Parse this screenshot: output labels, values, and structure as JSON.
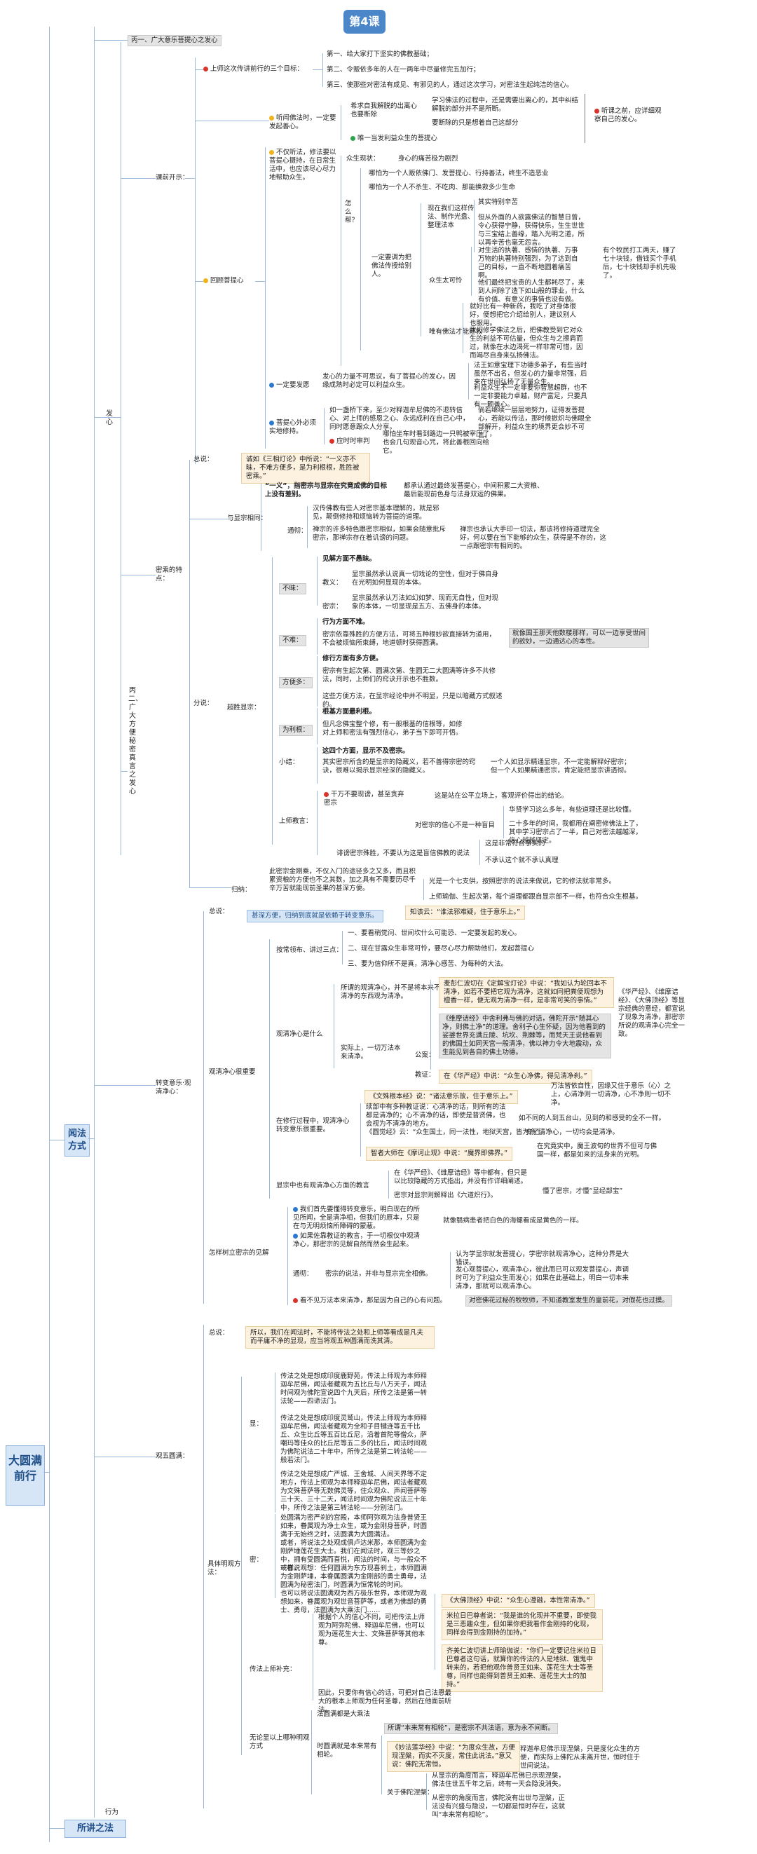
{
  "title": "第4课",
  "root": "大圆满前行",
  "main": {
    "sec_top": "丙一、广大意乐菩提心之发心",
    "sec_mid": "丙二、广大方便秘密真言之发心",
    "bottom_1": "闻法方式",
    "bottom_2": "所讲之法",
    "bottom_3": "行为",
    "fa_xin": "发心"
  },
  "s1": {
    "kaishi": "课前开示：",
    "goals_label": "上师这次传讲前行的三个目标：",
    "goals": [
      "第一、给大家打下坚实的佛教基础；",
      "第二、令贩依多年的人在一两年中尽量修完五加行；",
      "第三、使那些对密法有成见、有邪见的人，通过这次学习，对密法生起纯洁的信心。"
    ],
    "ting_label": "听闻佛法时，一定要发起善心。",
    "ting_1": "希求自我解脱的出离心也要断除",
    "ting_1a": "学习佛法的过程中，还是需要出离心的，其中纠结解脱的部分并不是所断。",
    "ting_1b": "要断除的只是想着自己这部分",
    "ting_2": "唯一当发利益众生的菩提心",
    "ting_r": "听课之前，应详细观察自己的发心。",
    "huigui": "回顾菩提心",
    "bu": "不仅听法，修法要以菩提心摄持，在日常生活中，也应该尽心尽力地帮助众生。",
    "zhongsheng": "众生现状：",
    "zs_1": "身心的痛苦极为剧烈",
    "zenme": "怎么帮？",
    "bang_1": "哪怕为一个人贩依佛门、发菩提心、行持善法，终生不造恶业",
    "bang_2": "哪怕为一个人不杀生、不吃肉、那能换救多少生命",
    "zhuanfa": "现在我们这样传法、制作光盘、整理法本",
    "zf_1": "其实特别辛苦",
    "zf_2": "但从外面的人欲露佛法的智慧日曾，令心获得宁静，获得快乐，生生世世与三宝结上善缘，踏入光明之道，所以再辛苦也毫无怨言。",
    "zhongsheng_dai": "众生太可怜",
    "zsd_1": "对生活的执著、感情的执著、万事万物的执著特别强烈，为了达到自己的目标，一直不断地圆着痛苦啊。",
    "zsd_1r": "有个牧民打工两天，赚了七十块钱，借钱买个手机后，七十块钱却手机先吸了。",
    "zsd_2": "他们最终把宝贵的人生都耗尽了，来到人间除了造下如山般的罪业，什么有价值、有意义的事情也没有做。",
    "yiding": "一定要调为把佛法传授给别人。",
    "weiyou": "唯有佛法才能拯救",
    "wy_1": "就好比有一种新药，我吃了对身体很好，便想把它介绍给别人，建议别人也服用。",
    "wy_2": "我们修学佛法之后，把佛教受到它对众生的利益不可估量，但众生与之擦肩而过，就像在水边渴死一样非常可惜，因而竭尽自身来弘扬佛法。",
    "fayuan": "一定要发愿",
    "fy_l": "发心的力量不可思议，有了菩提心的发心，因缘成熟时必定可以利益众生。",
    "fy_1": "法王如意宝理下功德多弟子，有些当时虽然不出名，但发心的力量非常强，后来在世间弘扬了无量众生。",
    "fy_2": "利益众生不一定非要你智慧超群，也不一定非要能力卓越，财产富足，只要具有一颗善心。",
    "putixin": "菩提心外必须实地修持。",
    "pt_1": "如一盏桥下来，至少对释迦牟尼佛的不退转信心、对上师的感恩之心、永远成利在自己心中，同时愿意跟众人分享。",
    "pt_1r": "倘若继续一层层地努力，证得发菩提心，若能以传法，那时候掀炽与佛眼全部解开，利益众生的境界更会妙不可言。",
    "yingyou": "应时时审判",
    "yy_1": "哪怕坐车时看到路边一只鸭被宰压了，也会几句观音心咒，将此善根回向给它。"
  },
  "s2": {
    "mijiao_te": "密乘的特点：",
    "zongshuo": "总说：",
    "zs_quote": "诚如《三相灯论》中所说：“一义亦不昧，不难方便多，是为利根根，胜胜被密乘。”",
    "yu_xian": "与显宗相同：",
    "yx_title": "“一义”，指密宗与显宗在究竟成佛的目标上没有差别。",
    "yx_1": "都承认通过最终发菩提心，中间积累二大资粮、最后能现前色身与法身双运的佛果。",
    "tongda": "通彻：",
    "td_1": "汉传佛教有些人对密宗基本理解的，就是邪见，颠倒修持和烦恼转为菩提的道理。",
    "td_2": "禅宗的许多特色跟密宗相似，如果会随意批斥密宗，那禅宗存在着讥谤的问题。",
    "td_3": "禅宗也承认大手印一切法，那该将修持道理完全好，何以要在当下能够的众生，获得是不存的，这一点跟密宗有相同的。",
    "fenshuo": "分说：",
    "chaosheng": "超胜显宗：",
    "bumei": "不昧：",
    "bm_title": "见解方面不愚昧。",
    "jiaoyi": "教义：",
    "jy_1": "显宗虽然承认说真一切戏论的空性，但对于佛自身在光明如何显现的本体。",
    "zhengci": "密宗：",
    "zc_1": "显宗虽然承认万法如幻如梦、现而无自性，但对现象的本体，一切显现是五方、五佛身的本体。",
    "bunan": "不难：",
    "bn_title": "行为方面不难。",
    "bn_1": "密宗依靠殊胜的方便方法，可将五种根妙欲直接转为道用，不会被烦恼所束缚，地道顿时获得圆满。",
    "bn_1r": "就像国王那天他数楼那样，可以一边享受世间的欲妙，一边通达心的本性。",
    "fangbian": "方便多：",
    "fb_title": "修行方面有多方便。",
    "fb_1": "密宗有生起次第、圆满次第、生圆无二大圆满等许多不共修法，同时，上师们的窍诀开示也不胜数。",
    "fb_2": "这些方便方法，在显宗经论中并不明显，只是以暗藏方式叙述的。",
    "ligen": "为利根：",
    "lg_title": "根基方面最利根。",
    "lg_1": "但凡念佛宝整个修，有一般根基的信根等，如修对上师和密法有强烈信心，弟子当下即可开悟。",
    "xiaojie": "小结：",
    "xj_title": "这四个方面，显示不及密宗。",
    "xj_1": "其实密宗所含的是显宗的隐藏义，若不善得宗密的窍诀，很难以揭示显宗经深的隐藏义。",
    "xj_1r": "一个人如显示精通显宗，不一定能解释好密宗；但一个人如果精通密宗，肯定能把显宗讲透彻。",
    "shangshi": "上师教言：",
    "ss_1": "干万不要现谤，甚至贪弃密宗",
    "ss_1r": "这是站在公平立场上，客观评价得出的结论。",
    "ss_2": "对密宗的信心不是一种盲目",
    "ss_2a": "华贤学习这么多年，有些道理还是比较懂。",
    "ss_2b": "二十多年的时间，我都用在阐密修佛法上了，其中学习密宗占了一半，自己对密法越越深，信心越越坚定。",
    "ss_3": "诽谤密宗殊胜，不要认为这是盲信佛教的说法",
    "ss_3a": "这是非常符合事实的",
    "ss_3b": "不承认这个就不承认真理",
    "guina": "归纳：",
    "gn_1": "此密宗金刚乘，不仅入门的途径多之又多，而且积累资粮的方便也不之其数，加之具有不需要历尽千辛万苦就能现前圣果的甚深方便。",
    "gn_1a": "光是一个七支供，按照密宗的说法来做说，它的修法就非常多。",
    "gn_1b": "上师瑜伽、生起次第，每个道理都跟自显宗部不一样，也符合众生根基。"
  },
  "s3": {
    "zhuan": "转变意乐·观清净心：",
    "zongshuo": "总说：",
    "zs_1": "甚深方便，归纳到底就是依赖于转变意乐。",
    "zs_quote": "知该云：“谁法邪难疑，住于意乐上。”",
    "guanxin": "观清净心很重要",
    "fanzheng": "按常领布、讲过三点：",
    "fz_1": "一、要看稍觉问、世间坎什么可能恐、一定要发起的发心。",
    "fz_2": "二、现在甘露众生非常可怜，要尽心尽力帮助他们，发起菩提心",
    "fz_3": "三、要为信仰所不是真，清净心感苦、为每种的大法。",
    "suowei": "所谓的观清净心，并不是将本来不清净的东西观为清净。",
    "guan_jiu": "观清净心是什么",
    "shiji": "实际上，一切万法本来清净。",
    "gongxiang": "公案：",
    "gx_1": "麦彭仁波切在《定解宝灯论》中说：“我如认为轮回本不清净，如若不要把它观为清净，这就如同把粪便观想为檀香一样，便无观为清净一样，是非常可笑的事情。”",
    "gx_1r": "《华严经》、《维摩诘经》、《大佛顶经》等显宗经典的意经，都宣说了现象为清净，那密宗所说的观清净心完全一致。",
    "gx_2": "《维摩诘经》中舍利弗与佛的对话，佛陀开示“随其心净，则佛土净”的道理。舍利子心生怀疑，因为他看到的娑婆世界充满丘陵、坑坎、荆棘等，而梵天王说他看到的佛国土如同天宫一般清净，佛以神力令大地震动，众生能见到各自的佛土功德。",
    "gx_3": "在《华严经》中说：“众生心净佛，得见清净刹。”",
    "xiaoshi": "教证：",
    "xs_1": "《文殊根本经》说：“诸法意乐故，住于意乐上。”",
    "xs_1r": "万法皆依自性，因缘又住于意乐（心）之上，心清净则一切清净，心不净则一切不净。",
    "bian": "在修行过程中，观清净心转变意乐很重要。",
    "bn_1": "续部中有多种教证说：心清净的话，则所有的法都是清净的；心不清净的话，即使是普贤佛，也会视为不清净的地方。",
    "bn_1r": "如不同的人到五台山，见到的和感受的全不一样。",
    "bn_2": "《圆觉经》云：“众生国土，同一法性，地狱天宫，皆为净土。”",
    "bn_2r": "有了清净心，一切均会是清净。",
    "bn_3": "智者大师在《摩诃止观》中说：“魔界即佛界。”",
    "bn_3r": "在究竟实中，魔王波旬的世界不但可与佛国一样，都是如来的法身来的光明。",
    "xianzong": "显宗中也有观清净心方面的教言",
    "xz_1": "在《华严经》、《维摩诘经》等中都有，但只是以比较隐藏的方式指出，并没有作详细阐述。",
    "xz_1r": "懂了密宗，才懂“显经部宝”",
    "xz_2": "密宗对显宗则解释出《六道炽行》。",
    "zenyang": "怎样树立密宗的见解",
    "zy_1": "我们首先要懂得转变意乐，明白现在的所见所闻，全是清净相，但我们的原本，只是在与无明烦恼所障碍的蒙蔽。",
    "zy_1r": "就像翳病患者把白色的海螺看成是黄色的一样。",
    "zy_2": "如果佐靠教证的教言，于一切根仪中观清净心，那密宗的见解自然而然会生起来。",
    "tongda": "通彻：",
    "td_l": "密宗的说法，并非与显宗完全相佛。",
    "td_1": "认为学显宗就发菩提心，学密宗就观清净心，这种分界是大错误。",
    "td_2": "发心观菩提心，观清净心，彼此而已可以观发菩提心，声调时可为了利益众生而发心；如果在此基础上，明白一切本来清净，那就可以观清净心。",
    "td_3": "看不见万法本来清净，那是因为自己的心有问题。",
    "td_3r": "对密佛花过秘的牧牧师，不知道教室发生的皇前花，对假花也过摸。"
  },
  "s4": {
    "guan": "观五圆满：",
    "zongshuo": "总说：",
    "zs_1": "所以，我们在闻法时，不能将传法之处和上师等看成是凡夫而平庸不净的显现，应当将观五种圆满而洗其清。",
    "xian": "显：",
    "x_1": "传法之处是想成印度鹿野苑，传法上师观为本师释迦牟尼佛，闻法者藏观为五比丘与八万天子，闻法时间观为佛陀宣说四个九天后，所传之法是第一转法轮——四谛法门。",
    "x_2": "传法之处是想成印度灵鹫山，传法上师观为本师释迦牟尼佛，闻法者藏观为全和子目犍连等五千比丘、众生比丘等五百比丘尼，沿着首陀等僧众，萨嘲玛等佳众的比丘尼等五二多的比丘，闻法时间观为佛陀说法二十年中，所传之法是第二转法轮——般若法门。",
    "x_3": "传法之处是想成广严城、王舍城、人间天界等不定地方，传法上师观为本师释迦牟尼佛，闻法者藏观为文殊菩萨等无数佛灵等，住众观众、声闻菩萨等三十天、三十二天，闻法时间观为佛陀说法三十年中，所传之法是第三转法轮——分别法门。",
    "mi": "密：",
    "m_1": "处圆满为密严刹的宫殿，本师阿弥观为法身普贤王如来，眷属观为净土众生，或为金刚身菩萨，时圆满于无始终之时，法圆满为大圆满法。",
    "m_2": "或者，将说法之处观成俱卢达米那，本师圆满为金刚萨埵莲花生大士。我们在闻法时，观三等妙之中，拥有受圆满而喜悦，闻法的时间，与一般众不一样。",
    "m_3": "或者说观想：任何圆满为东方现喜刹土，本师圆满为金刚萨埵，本眷属圆满为金刚部的勇士勇母，法圆满为秘密法门，时圆满为恒常轮的时间。",
    "m_4": "也可以将说法圆满观为西方极乐世界，本师观为观想如来，眷属观为观世音菩萨等，或者为佛部的勇士、勇母，法圆满为大乘法门……",
    "juti": "具体明观方法：",
    "chuanfa": "传法上师补充：",
    "cf_l": "根据个人的信心不同，可把传法上师观为阿弥陀佛、释迦牟尼佛，也可以观为莲花生大士、文殊菩萨等其他本尊。",
    "cf_1": "《大佛顶经》中说：“众生心澄融，本性常清净。”",
    "cf_2": "米拉日巴尊者说：“我是谁的化现并不重要，即使我是三恶趣众生，但如果你把我看作金刚持的化现，同样会得到金刚持的加持。”",
    "cf_3": "齐美仁波切讲上师瑜伽说：“你们一定要记住米拉日巴尊者这句话，就算你的传法的人是地狱、饿鬼中转来的，若把他观作普贤王如来、莲花生大士等圣尊，同样也能得到普贤王如来、莲花生大士的加持。”",
    "cf_4": "因此，只要你有信心的话，可把对自己法恩最大的根本上师观为任何圣尊，然后在他面前听法。",
    "wulun": "无论显以上哪种明观方式",
    "wl_1": "法圆满都是大乘法",
    "wl_2": "所谓“本来常有相轮”，是密宗不共法语，意为永不间断。",
    "shi": "时圆满就是本来常有相轮。",
    "shi_1": "《妙法莲华经》中说：“为度众生故，方便现涅槃，而实不灭度，常住此说法。”意又说：佛陀无常恒。",
    "shi_1r": "释迦牟尼佛示现涅槃，只是度化众生的方便，而实际上佛陀从未离开世，恒时住于世间说法。",
    "guanyu": "关于佛陀涅槃：",
    "gy_1": "从显宗的角度而言，释迦牟尼佛已示现涅槃，佛法住世五千年之后，终有一天会隐没消失。",
    "gy_2": "从密宗的角度而言，佛陀没有出世与涅槃，正法没有兴盛与隐没，一切都是恒时存在，这就叫“本来常有相轮”。"
  }
}
